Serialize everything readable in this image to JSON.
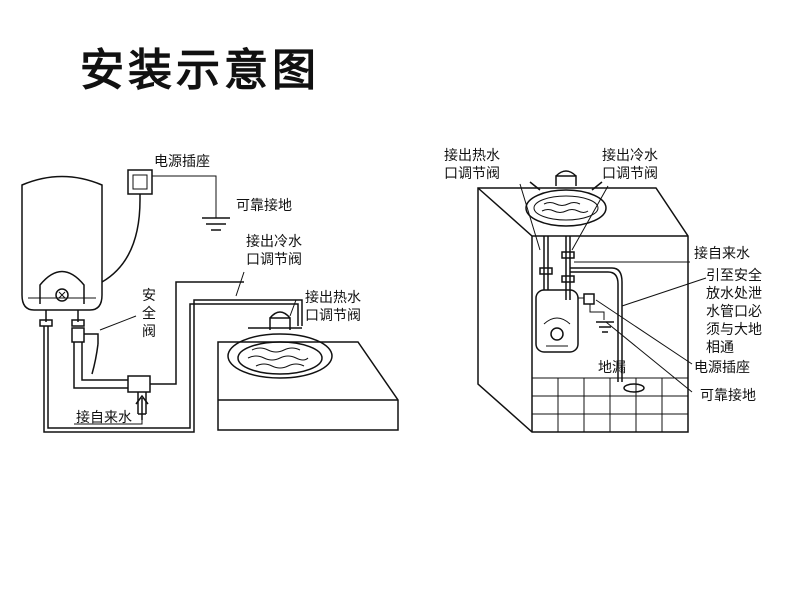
{
  "title": "安装示意图",
  "left": {
    "power_socket": "电源插座",
    "ground": "可靠接地",
    "cold_valve": [
      "接出冷水",
      "口调节阀"
    ],
    "hot_valve": [
      "接出热水",
      "口调节阀"
    ],
    "safety_valve": [
      "安",
      "全",
      "阀"
    ],
    "water_inlet": "接自来水"
  },
  "right": {
    "hot_valve": [
      "接出热水",
      "口调节阀"
    ],
    "cold_valve": [
      "接出冷水",
      "口调节阀"
    ],
    "water_inlet": "接自来水",
    "drain_note": [
      "引至安全",
      "放水处泄",
      "水管口必",
      "须与大地",
      "相通"
    ],
    "floor_drain": "地漏",
    "power_socket": "电源插座",
    "ground": "可靠接地"
  }
}
